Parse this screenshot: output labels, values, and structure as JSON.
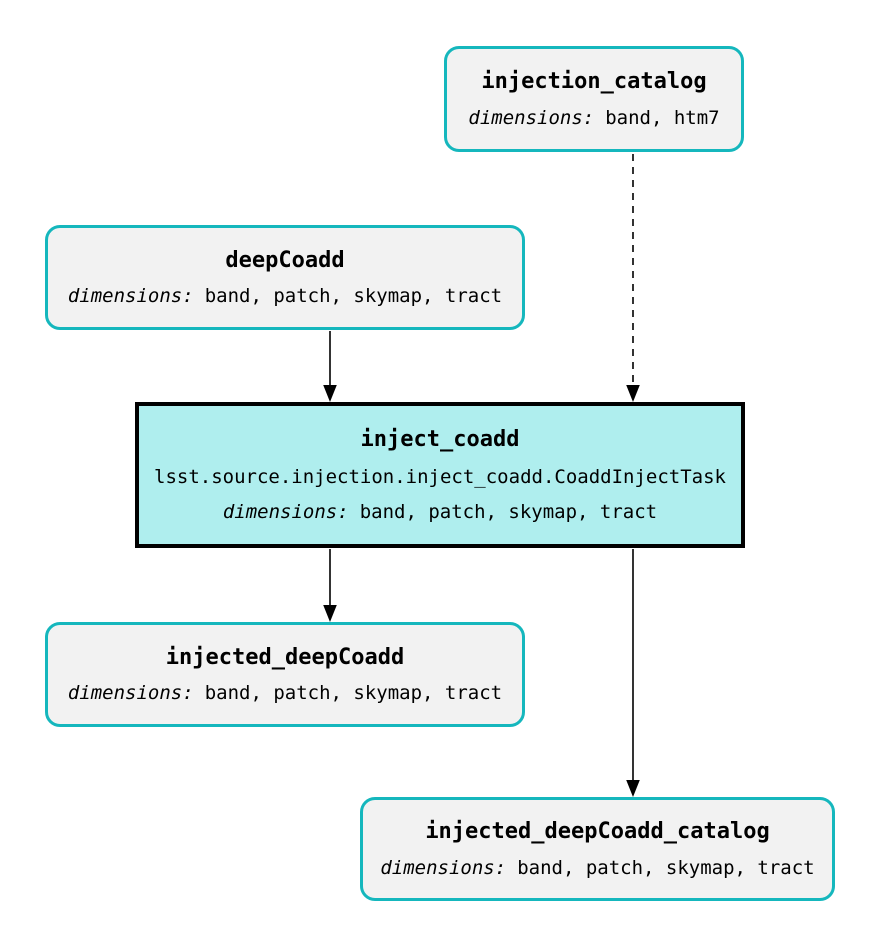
{
  "diagram": {
    "kind": "pipeline-task-graph",
    "colors": {
      "node_border": "#15b7bd",
      "node_fill": "#f2f2f2",
      "task_fill": "#afeeee",
      "task_border": "#000000",
      "edge_color": "#000000",
      "background": "#ffffff",
      "text": "#000000"
    },
    "nodes": {
      "injection_catalog": {
        "title": "injection_catalog",
        "dimensions_label": "dimensions:",
        "dimensions": "band, htm7"
      },
      "deepCoadd": {
        "title": "deepCoadd",
        "dimensions_label": "dimensions:",
        "dimensions": "band, patch, skymap, tract"
      },
      "inject_coadd": {
        "title": "inject_coadd",
        "task_class": "lsst.source.injection.inject_coadd.CoaddInjectTask",
        "dimensions_label": "dimensions:",
        "dimensions": "band, patch, skymap, tract"
      },
      "injected_deepCoadd": {
        "title": "injected_deepCoadd",
        "dimensions_label": "dimensions:",
        "dimensions": "band, patch, skymap, tract"
      },
      "injected_deepCoadd_catalog": {
        "title": "injected_deepCoadd_catalog",
        "dimensions_label": "dimensions:",
        "dimensions": "band, patch, skymap, tract"
      }
    },
    "edges": [
      {
        "from": "deepCoadd",
        "to": "inject_coadd",
        "style": "solid"
      },
      {
        "from": "injection_catalog",
        "to": "inject_coadd",
        "style": "dashed"
      },
      {
        "from": "inject_coadd",
        "to": "injected_deepCoadd",
        "style": "solid"
      },
      {
        "from": "inject_coadd",
        "to": "injected_deepCoadd_catalog",
        "style": "solid"
      }
    ]
  }
}
